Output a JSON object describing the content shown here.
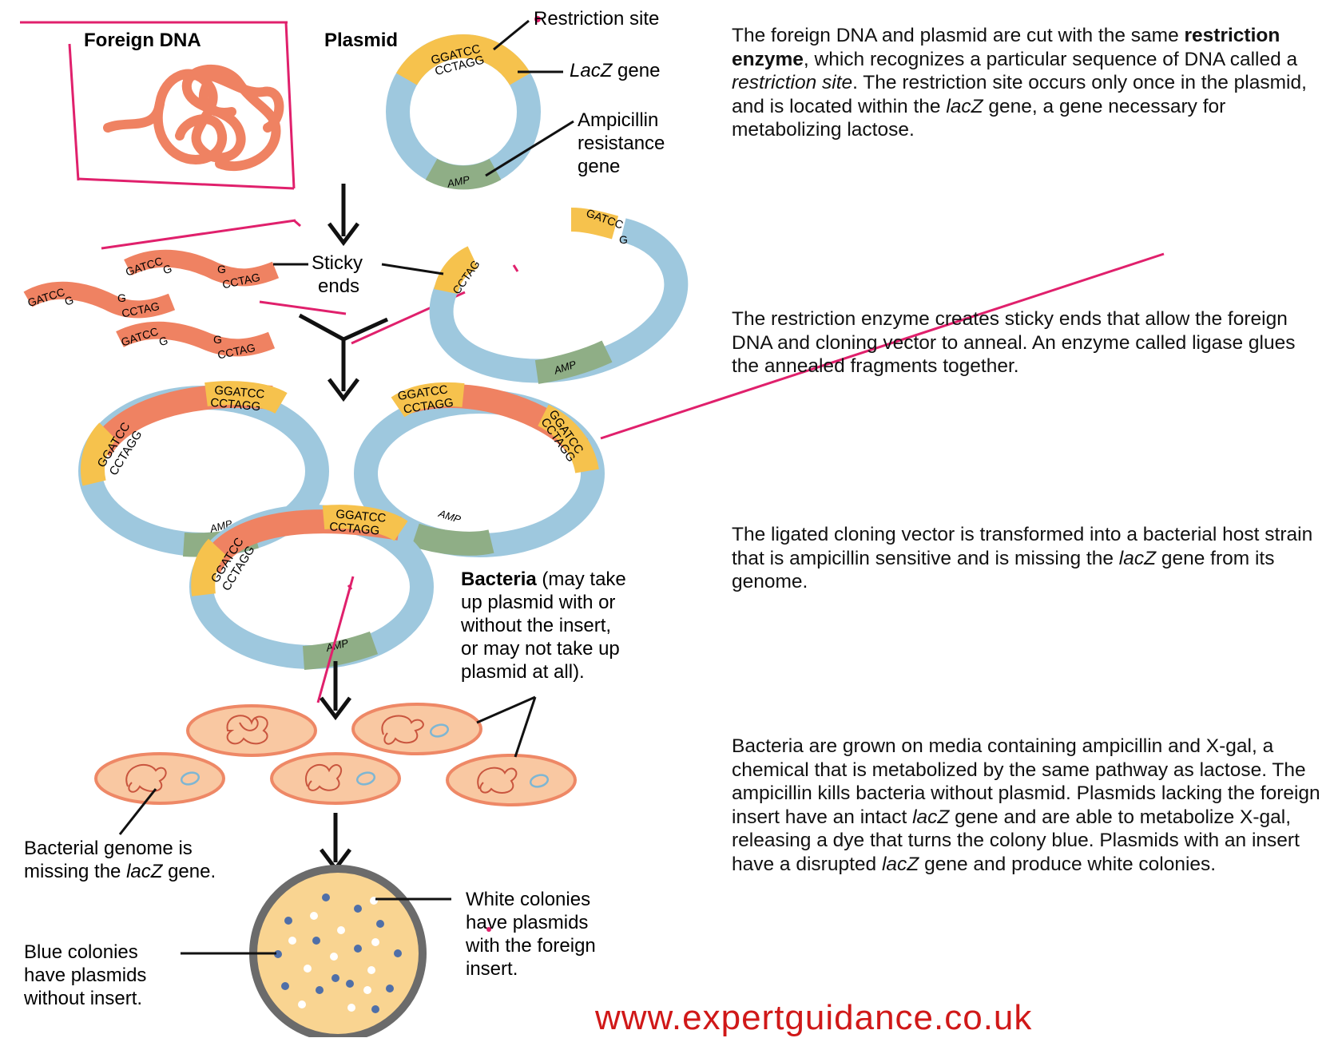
{
  "labels": {
    "foreign_dna": "Foreign DNA",
    "plasmid": "Plasmid",
    "restriction_site": "Restriction site",
    "lacz_gene_italic": "LacZ",
    "lacz_gene_suffix": " gene",
    "ampicillin_1": "Ampicillin",
    "ampicillin_2": "resistance",
    "ampicillin_3": "gene",
    "sticky_1": "Sticky",
    "sticky_2": "ends",
    "bacteria_bold": "Bacteria",
    "bacteria_1": " (may take",
    "bacteria_2": "up plasmid with or",
    "bacteria_3": "without the insert,",
    "bacteria_4": "or may not take up",
    "bacteria_5": "plasmid at all).",
    "genome_1": "Bacterial genome is",
    "genome_2a": "missing the ",
    "genome_2b": "lacZ",
    "genome_2c": " gene.",
    "blue_1": "Blue colonies",
    "blue_2": "have plasmids",
    "blue_3": "without insert.",
    "white_1": "White colonies",
    "white_2": "have plasmids",
    "white_3": "with the foreign",
    "white_4": "insert.",
    "seq_ggatcc": "GGATCC",
    "seq_cctagg": "CCTAGG",
    "seq_gatcc": "GATCC",
    "seq_g": "G",
    "seq_cctag": "CCTAG",
    "seq_ctag": "CCTAG",
    "seq_gatcc_g": "GATCC",
    "amp": "AMP"
  },
  "descriptions": {
    "step1": {
      "t1": "The foreign DNA and plasmid are cut with the same ",
      "b1": "restriction enzyme",
      "t2": ", which recognizes a particular sequence of DNA called a ",
      "i1": "restriction site",
      "t3": ". The restriction site occurs only once in the plasmid, and is located within the ",
      "i2": "lacZ",
      "t4": " gene, a gene necessary for metabolizing lactose."
    },
    "step2": {
      "t1": "The restriction enzyme creates sticky ends that allow the foreign DNA and cloning vector to anneal. An enzyme called ligase glues the annealed fragments together."
    },
    "step3": {
      "t1": "The ligated cloning vector is transformed into a bacterial host strain that is ampicillin sensitive and is missing the ",
      "i1": "lacZ",
      "t2": " gene from its genome."
    },
    "step4": {
      "t1": "Bacteria are grown on media containing ampicillin and X-gal, a chemical that is metabolized by the same pathway as lactose. The ampicillin kills bacteria without plasmid. Plasmids lacking the foreign insert have an intact ",
      "i1": "lacZ",
      "t2": " gene and are able to metabolize X-gal, releasing a dye that turns the colony blue. Plasmids with an insert have a disrupted ",
      "i2": "lacZ",
      "t3": " gene and produce white colonies."
    }
  },
  "watermark": "www.expertguidance.co.uk",
  "colors": {
    "plasmid_blue": "#9ec8de",
    "amp_green": "#8fae86",
    "site_yellow": "#f6c24d",
    "dna_salmon": "#ef8262",
    "cell_fill": "#f9c8a2",
    "cell_border": "#ee8866",
    "annotation_pink": "#e0206c",
    "plate_fill": "#f9d491",
    "plate_rim": "#6b6b6b",
    "colony_blue": "#4f6fa8"
  }
}
